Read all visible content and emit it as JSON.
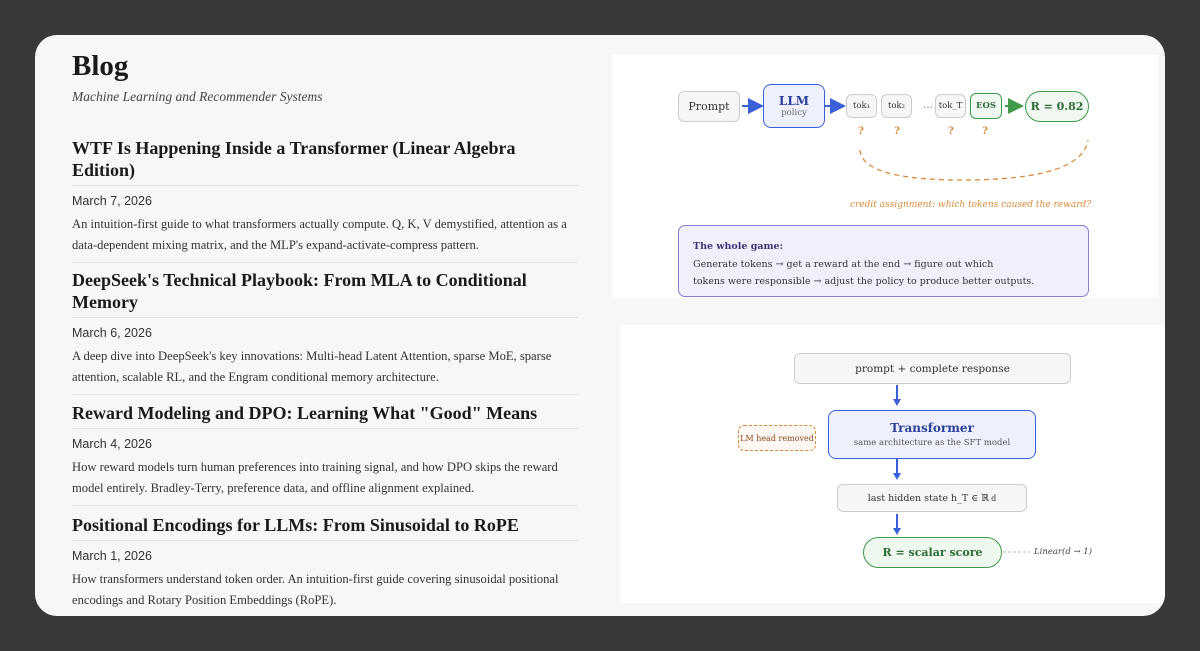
{
  "blog": {
    "title": "Blog",
    "subtitle": "Machine Learning and Recommender Systems",
    "posts": [
      {
        "title": "WTF Is Happening Inside a Transformer (Linear Algebra Edition)",
        "date": "March 7, 2026",
        "summary": "An intuition-first guide to what transformers actually compute. Q, K, V demystified, attention as a data-dependent mixing matrix, and the MLP's expand-activate-compress pattern."
      },
      {
        "title": "DeepSeek's Technical Playbook: From MLA to Conditional Memory",
        "date": "March 6, 2026",
        "summary": "A deep dive into DeepSeek's key innovations: Multi-head Latent Attention, sparse MoE, sparse attention, scalable RL, and the Engram conditional memory architecture."
      },
      {
        "title": "Reward Modeling and DPO: Learning What \"Good\" Means",
        "date": "March 4, 2026",
        "summary": "How reward models turn human preferences into training signal, and how DPO skips the reward model entirely. Bradley-Terry, preference data, and offline alignment explained."
      },
      {
        "title": "Positional Encodings for LLMs: From Sinusoidal to RoPE",
        "date": "March 1, 2026",
        "summary": "How transformers understand token order. An intuition-first guide covering sinusoidal positional encodings and Rotary Position Embeddings (RoPE)."
      }
    ]
  },
  "diagram1": {
    "prompt": "Prompt",
    "llm": "LLM",
    "llm_sub": "policy",
    "tokens": [
      "tok₁",
      "tok₂",
      "…",
      "tok_T",
      "EOS"
    ],
    "reward": "R = 0.82",
    "question": "?",
    "credit": "credit assignment: which tokens caused the reward?",
    "note_title": "The whole game:",
    "note_line1": "Generate tokens → get a reward at the end → figure out which",
    "note_line2": "tokens were responsible → adjust the policy to produce better outputs."
  },
  "diagram2": {
    "input": "prompt + complete response",
    "transformer": "Transformer",
    "transformer_sub": "same architecture as the SFT model",
    "lm_head": "LM head removed",
    "hidden": "last hidden state h_T ∈ ℝ",
    "hidden_sup": "d",
    "score": "R = scalar score",
    "linear": "Linear(d → 1)"
  },
  "colors": {
    "blue": "#3b5fd9",
    "green": "#3f9a4a",
    "orange": "#d88a3a",
    "purple": "#7a6cc8"
  }
}
